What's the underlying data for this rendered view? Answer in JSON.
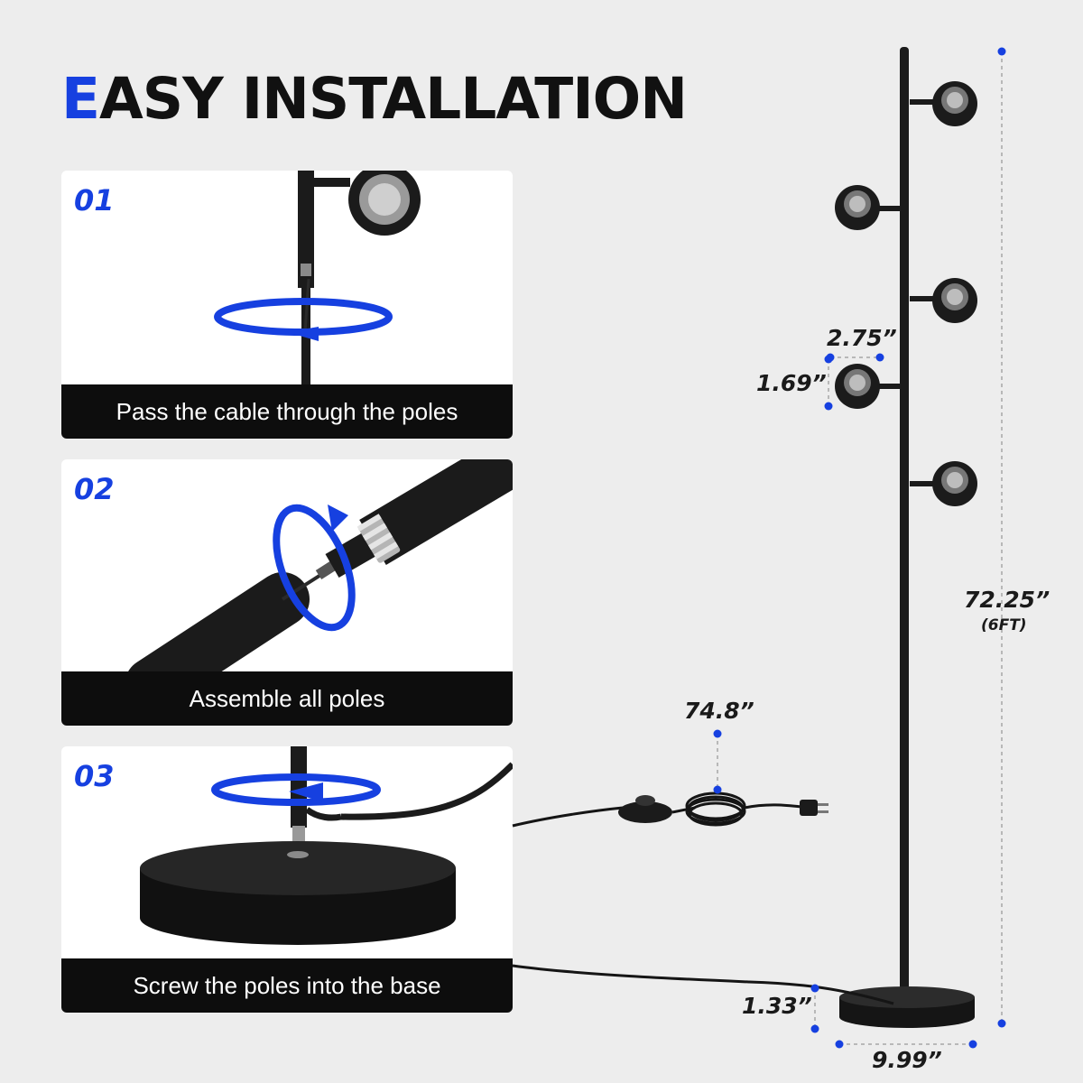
{
  "title": {
    "first_letter": "E",
    "rest": "ASY INSTALLATION"
  },
  "steps": [
    {
      "number": "01",
      "caption": "Pass the cable through the poles"
    },
    {
      "number": "02",
      "caption": "Assemble all poles"
    },
    {
      "number": "03",
      "caption": "Screw the poles into the base"
    }
  ],
  "dimensions": {
    "height": "72.25”",
    "height_sub": "(6FT)",
    "head_width": "2.75”",
    "head_height": "1.69”",
    "cord_length": "74.8”",
    "base_height": "1.33”",
    "base_diameter": "9.99”"
  },
  "colors": {
    "accent": "#1640e0",
    "caption_bg": "#0d0d0d",
    "lamp": "#1b1b1b"
  }
}
